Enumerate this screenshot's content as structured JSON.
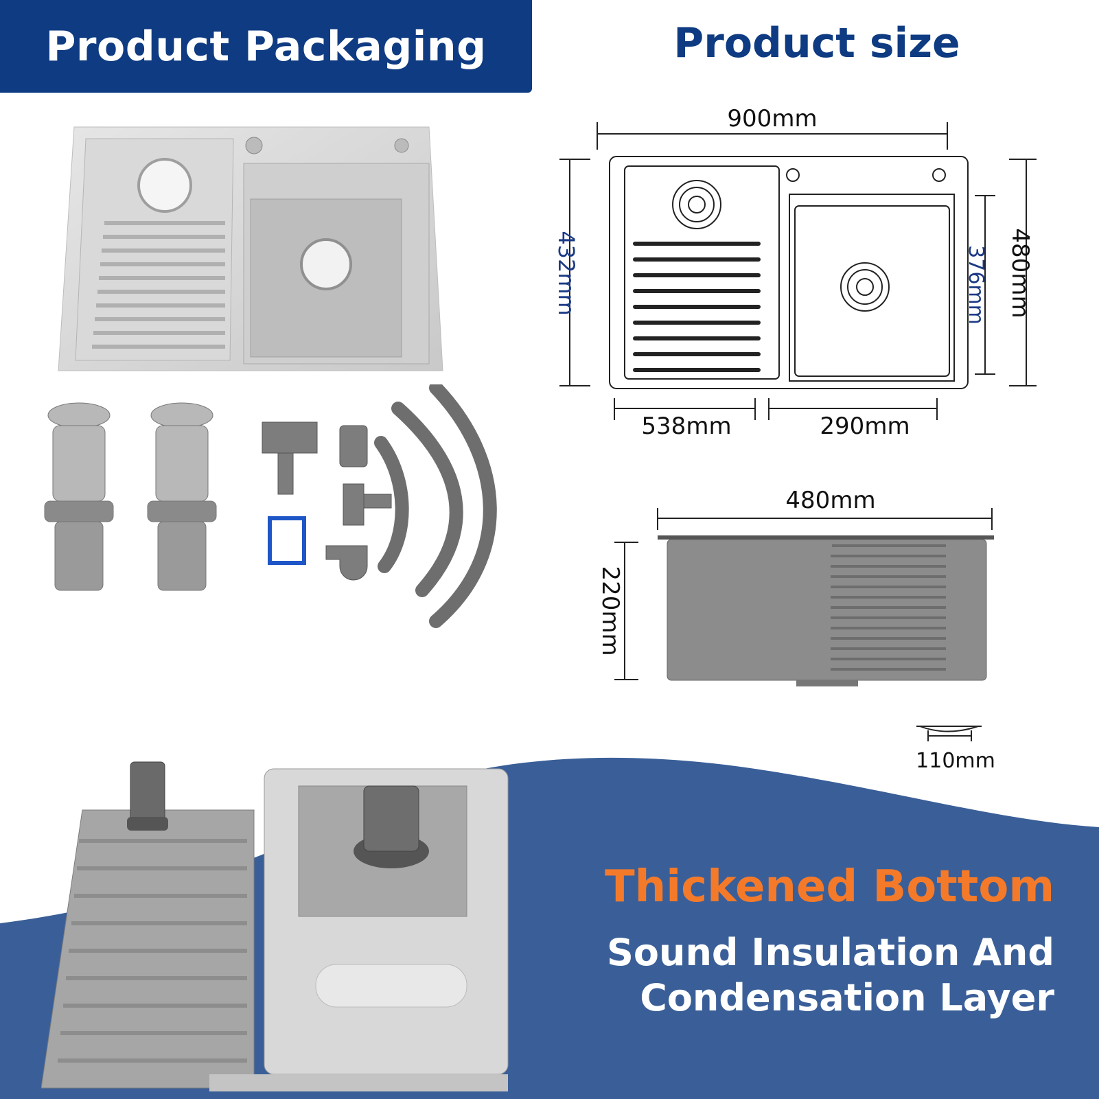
{
  "header": {
    "packaging_title": "Product Packaging",
    "size_title": "Product size"
  },
  "dimensions": {
    "total_width": "900mm",
    "total_depth": "480mm",
    "drainboard_depth": "432mm",
    "bowl_depth": "376mm",
    "drainboard_width": "538mm",
    "bowl_width": "290mm",
    "side_width": "480mm",
    "height": "220mm",
    "drain_diameter": "110mm"
  },
  "bottom": {
    "title": "Thickened Bottom",
    "subtitle_line1": "Sound Insulation And",
    "subtitle_line2": "Condensation Layer"
  },
  "colors": {
    "navy": "#0e3b82",
    "wave_blue": "#3a5f98",
    "orange": "#f47a2a"
  }
}
